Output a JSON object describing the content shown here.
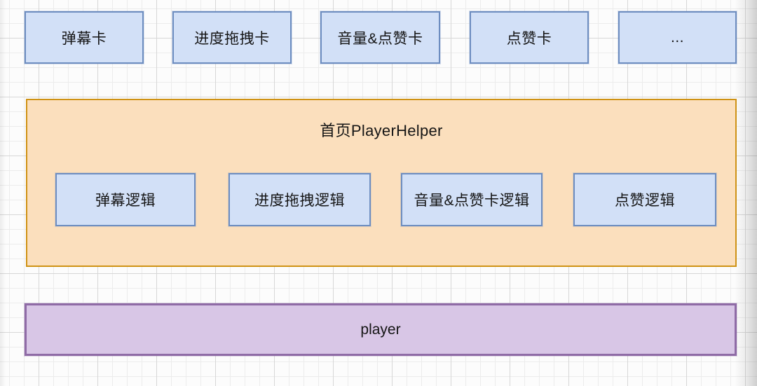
{
  "diagram": {
    "top_cards": [
      {
        "label": "弹幕卡"
      },
      {
        "label": "进度拖拽卡"
      },
      {
        "label": "音量&点赞卡"
      },
      {
        "label": "点赞卡"
      },
      {
        "label": "..."
      }
    ],
    "helper_container": {
      "title": "首页PlayerHelper",
      "modules": [
        {
          "label": "弹幕逻辑"
        },
        {
          "label": "进度拖拽逻辑"
        },
        {
          "label": "音量&点赞卡逻辑"
        },
        {
          "label": "点赞逻辑"
        }
      ]
    },
    "player_bar": {
      "label": "player"
    },
    "colors": {
      "card_fill": "#d2e0f7",
      "card_border": "#6d8dc0",
      "helper_fill": "#fbdfbd",
      "helper_border": "#cf9214",
      "player_fill": "#d8c6e6",
      "player_border": "#8f6ba6",
      "text": "#151515",
      "grid_minor": "#ececec",
      "grid_major": "#d7d7d7"
    }
  }
}
